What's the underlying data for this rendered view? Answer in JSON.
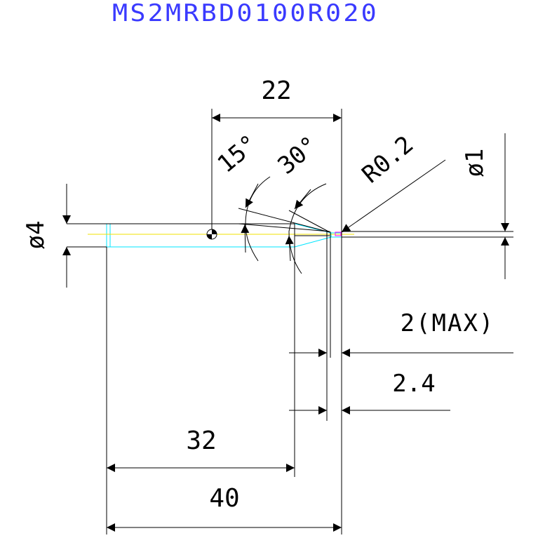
{
  "title": "MS2MRBD0100R020",
  "dimensions": {
    "d22": "22",
    "a15": "15°",
    "a30": "30°",
    "r02": "R0.2",
    "phi1": "ø1",
    "phi4": "ø4",
    "max2": "2(MAX)",
    "d24": "2.4",
    "d32": "32",
    "d40": "40"
  },
  "colors": {
    "title": "#3a3aff",
    "line": "#000000",
    "tool_outline": "#00e5ff",
    "centerline": "#f0e000",
    "tip": "#ff00ff"
  }
}
